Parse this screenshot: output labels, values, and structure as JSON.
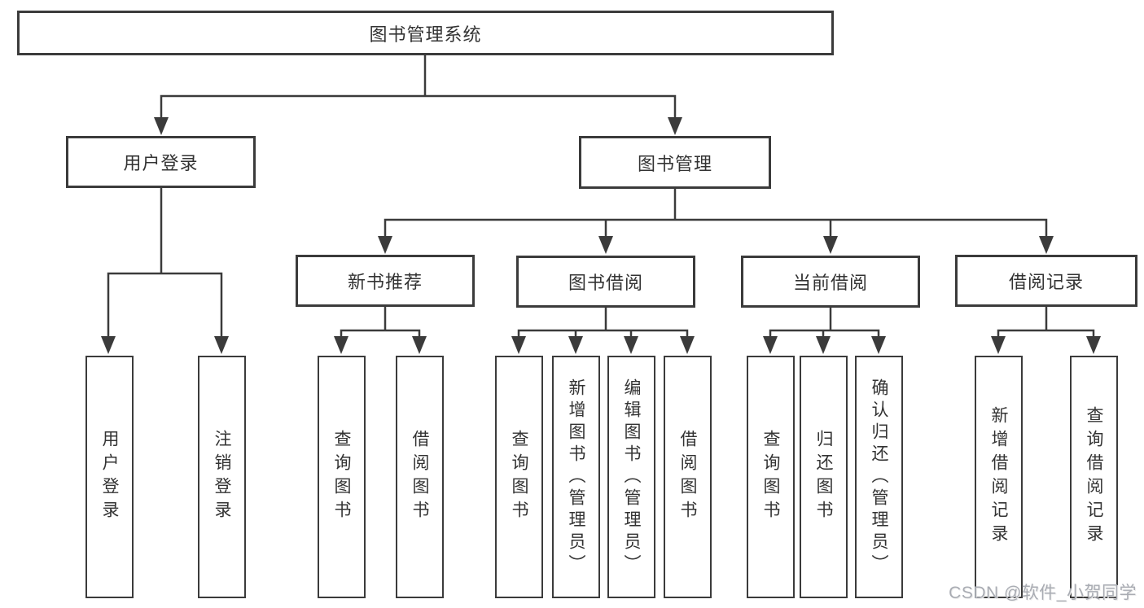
{
  "colors": {
    "line": "#3b3b3b",
    "box_border": "#3b3b3b",
    "text": "#333333",
    "background": "#ffffff",
    "watermark_color": "#a9acb3"
  },
  "tree": {
    "root": {
      "label": "图书管理系统"
    },
    "branches": [
      {
        "label": "用户登录",
        "children": [
          {
            "label": "用户登录"
          },
          {
            "label": "注销登录"
          }
        ]
      },
      {
        "label": "图书管理",
        "children": [
          {
            "label": "新书推荐",
            "children": [
              {
                "label": "查询图书"
              },
              {
                "label": "借阅图书"
              }
            ]
          },
          {
            "label": "图书借阅",
            "children": [
              {
                "label": "查询图书"
              },
              {
                "label": "新增图书（管理员）"
              },
              {
                "label": "编辑图书（管理员）"
              },
              {
                "label": "借阅图书"
              }
            ]
          },
          {
            "label": "当前借阅",
            "children": [
              {
                "label": "查询图书"
              },
              {
                "label": "归还图书"
              },
              {
                "label": "确认归还（管理员）"
              }
            ]
          },
          {
            "label": "借阅记录",
            "children": [
              {
                "label": "新增借阅记录"
              },
              {
                "label": "查询借阅记录"
              }
            ]
          }
        ]
      }
    ]
  },
  "watermark": {
    "text": "CSDN @软件_小贺同学"
  }
}
